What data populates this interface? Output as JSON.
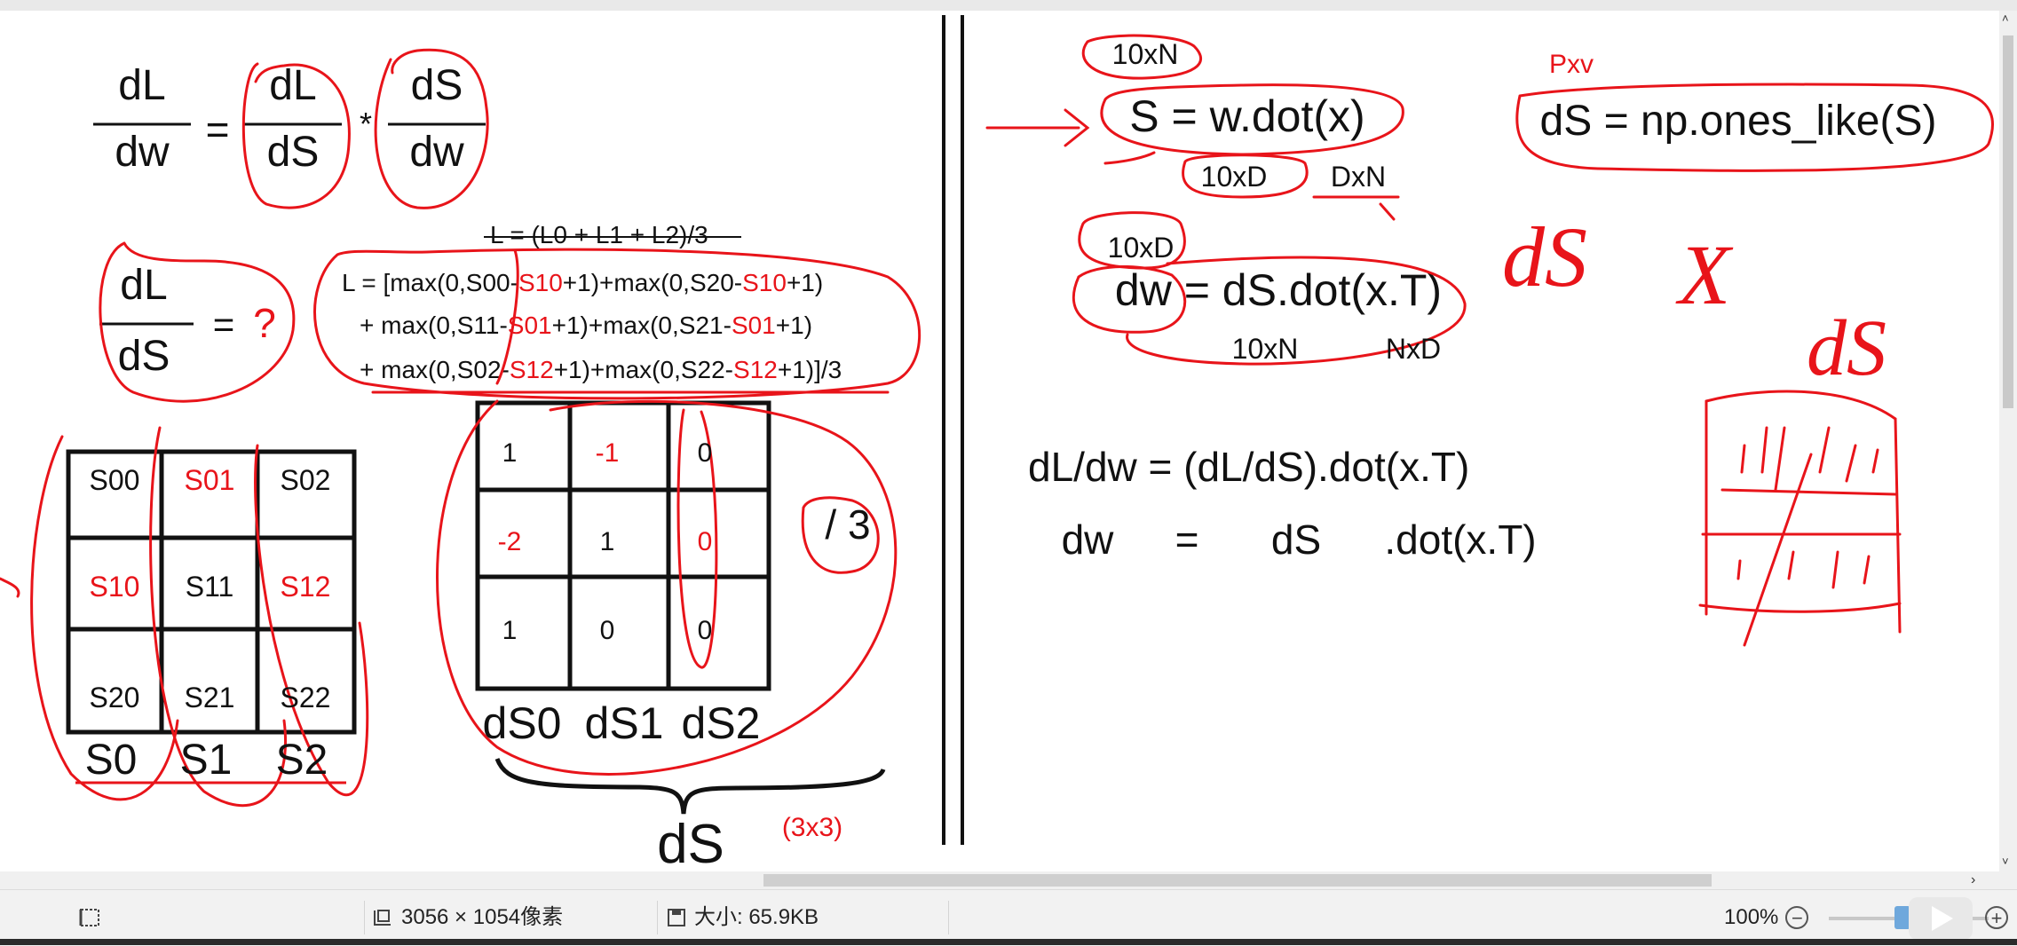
{
  "board": {
    "left": {
      "eq1": {
        "num_lhs": "dL",
        "den_lhs": "dw",
        "eq": "=",
        "num_a": "dL",
        "den_a": "dS",
        "times": "*",
        "num_b": "dS",
        "den_b": "dw"
      },
      "eq2": {
        "num": "dL",
        "den": "dS",
        "eq": "=",
        "q": "?"
      },
      "loss_def": "L = (L0 + L1 + L2)/3",
      "loss_lines": [
        [
          {
            "t": "L = [max(0,S00-",
            "c": "k"
          },
          {
            "t": "S10",
            "c": "r"
          },
          {
            "t": "+1)+max(0,S20-",
            "c": "k"
          },
          {
            "t": "S10",
            "c": "r"
          },
          {
            "t": "+1)",
            "c": "k"
          }
        ],
        [
          {
            "t": "+ max(0,S11-",
            "c": "k"
          },
          {
            "t": "S01",
            "c": "r"
          },
          {
            "t": "+1)+max(0,S21-",
            "c": "k"
          },
          {
            "t": "S01",
            "c": "r"
          },
          {
            "t": "+1)",
            "c": "k"
          }
        ],
        [
          {
            "t": "+ max(0,S02-",
            "c": "k"
          },
          {
            "t": "S12",
            "c": "r"
          },
          {
            "t": "+1)+max(0,S22-",
            "c": "k"
          },
          {
            "t": "S12",
            "c": "r"
          },
          {
            "t": "+1)]/3",
            "c": "k"
          }
        ]
      ],
      "s_grid": [
        [
          "S00",
          "S01",
          "S02"
        ],
        [
          "S10",
          "S11",
          "S12"
        ],
        [
          "S20",
          "S21",
          "S22"
        ]
      ],
      "s_grid_red": [
        [
          false,
          true,
          false
        ],
        [
          true,
          false,
          true
        ],
        [
          false,
          false,
          false
        ]
      ],
      "s_cols": [
        "S0",
        "S1",
        "S2"
      ],
      "ds_grid": [
        [
          "1",
          "-1",
          "0"
        ],
        [
          "-2",
          "1",
          "0"
        ],
        [
          "1",
          "0",
          "0"
        ]
      ],
      "ds_grid_red": [
        [
          false,
          true,
          false
        ],
        [
          true,
          false,
          true
        ],
        [
          false,
          false,
          false
        ]
      ],
      "ds_cols": [
        "dS0",
        "dS1",
        "dS2"
      ],
      "div3": "/ 3",
      "ds_brace": "dS",
      "ds_brace_shape": "(3x3)"
    },
    "right": {
      "shape_top": "10xN",
      "s_eq": "S = w.dot(x)",
      "shape_w": "10xD",
      "shape_x": "DxN",
      "ds_init": "dS = np.ones_like(S)",
      "ds_init_tag": "Pxv",
      "shape_dw": "10xD",
      "dw_eq": "dw = dS.dot(x.T)",
      "shape_ds2": "10xN",
      "shape_xt": "NxD",
      "hand_ds1": "dS",
      "hand_x": "X",
      "hand_ds2": "dS",
      "line1": "dL/dw = (dL/dS).dot(x.T)",
      "line2": [
        "dw",
        "=",
        "dS",
        ".dot(x.T)"
      ]
    }
  },
  "statusbar": {
    "dimensions": "3056 × 1054像素",
    "size": "大小: 65.9KB",
    "zoom": "100%",
    "zoom_out": "−",
    "zoom_in": "+"
  },
  "scrollbar": {
    "right_arrow": "›",
    "up_arrow": "˄",
    "down_arrow": "˅"
  },
  "colors": {
    "ink": "#111111",
    "red": "#e8141a",
    "status_bg": "#f2f2f2"
  }
}
